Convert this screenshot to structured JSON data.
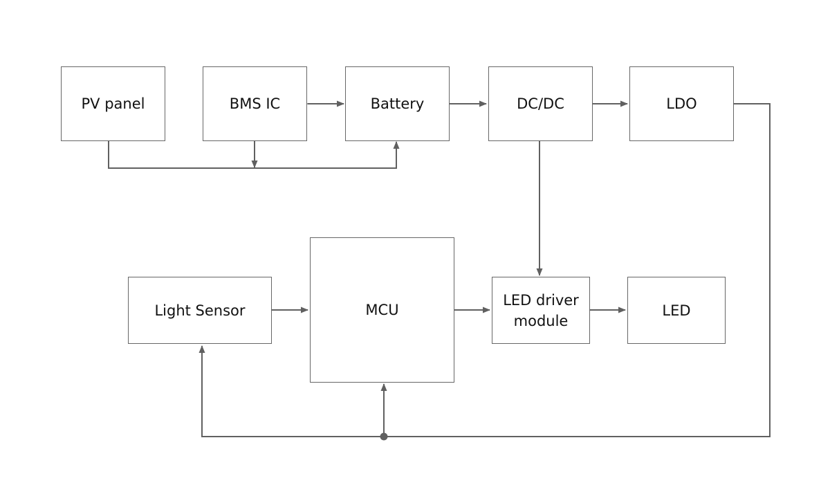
{
  "diagram": {
    "blocks": {
      "pv_panel": "PV panel",
      "bms_ic": "BMS IC",
      "battery": "Battery",
      "dcdc": "DC/DC",
      "ldo": "LDO",
      "light_sensor": "Light Sensor",
      "mcu": "MCU",
      "led_driver": "LED driver\nmodule",
      "led": "LED"
    },
    "colors": {
      "line": "#606060",
      "border": "#666666",
      "text": "#111111",
      "background": "#ffffff"
    }
  }
}
